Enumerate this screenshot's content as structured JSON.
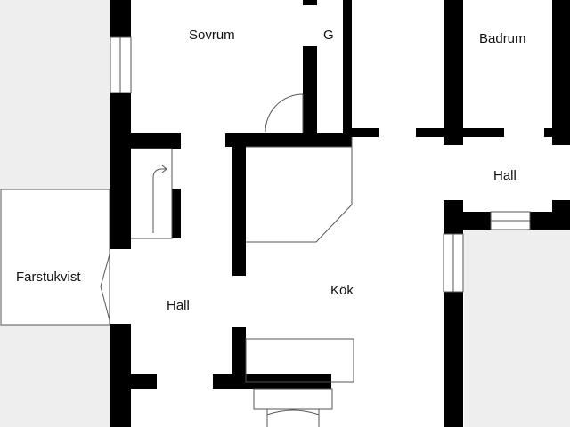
{
  "rooms": {
    "sovrum": "Sovrum",
    "garderob": "G",
    "badrum": "Badrum",
    "hall_east": "Hall",
    "farstukvist": "Farstukvist",
    "hall_west": "Hall",
    "kok": "Kök"
  },
  "colors": {
    "wall": "#000000",
    "outside": "#eeeeee",
    "floor": "#ffffff",
    "fixture_line": "#555555"
  }
}
